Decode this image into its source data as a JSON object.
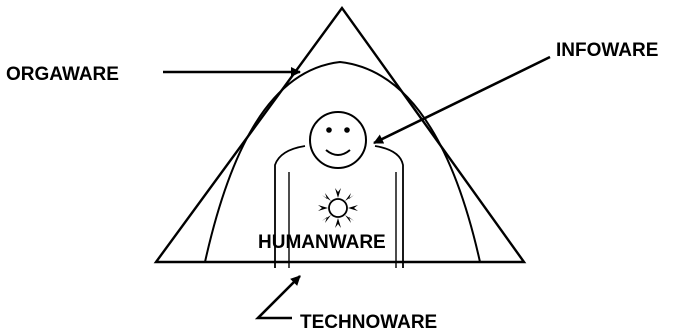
{
  "labels": {
    "orgaware": "ORGAWARE",
    "infoware": "INFOWARE",
    "humanware": "HUMANWARE",
    "technoware": "TECHNOWARE"
  },
  "colors": {
    "ink": "#000000",
    "background": "#ffffff"
  }
}
